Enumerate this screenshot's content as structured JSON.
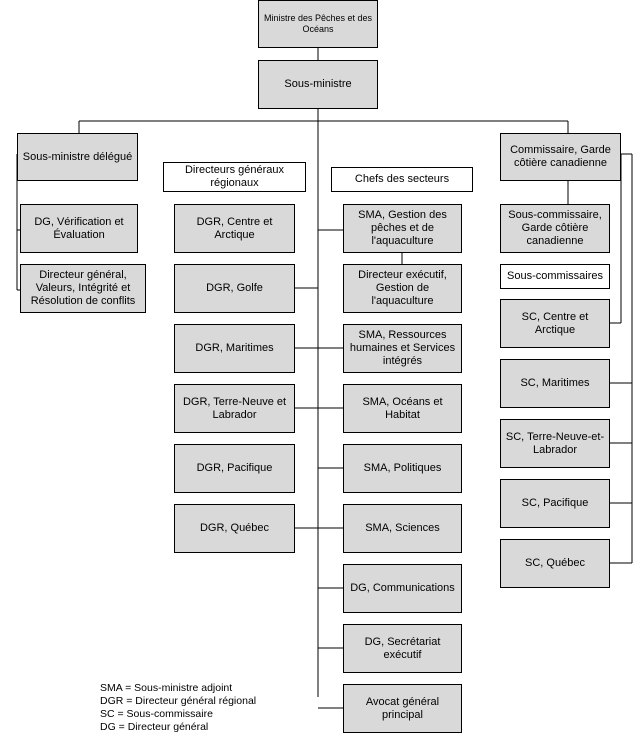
{
  "diagram": {
    "minister": "Ministre des Pêches et des Océans",
    "deputy_minister": "Sous-ministre",
    "associate_deputy": "Sous-ministre délégué",
    "left_units": [
      "DG, Vérification et Évaluation",
      "Directeur général, Valeurs, Intégrité et Résolution de conflits"
    ],
    "regional_header": "Directeurs généraux régionaux",
    "regional": [
      "DGR, Centre et Arctique",
      "DGR, Golfe",
      "DGR, Maritimes",
      "DGR, Terre-Neuve et Labrador",
      "DGR, Pacifique",
      "DGR, Québec"
    ],
    "sector_header": "Chefs des secteurs",
    "sectors": [
      "SMA, Gestion des pêches et de l'aquaculture",
      "Directeur exécutif, Gestion de l'aquaculture",
      "SMA, Ressources humaines et Services intégrés",
      "SMA, Océans et Habitat",
      "SMA, Politiques",
      "SMA, Sciences",
      "DG, Communications",
      "DG, Secrétariat exécutif",
      "Avocat général principal"
    ],
    "coast_guard": "Commissaire, Garde côtière canadienne",
    "deputy_commissioner": "Sous-commissaire, Garde côtière canadienne",
    "deputy_commissioners_header": "Sous-commissaires",
    "deputy_commissioners": [
      "SC, Centre et Arctique",
      "SC, Maritimes",
      "SC, Terre-Neuve-et-Labrador",
      "SC, Pacifique",
      "SC, Québec"
    ]
  },
  "legend": [
    "SMA = Sous-ministre adjoint",
    "DGR = Directeur général régional",
    "SC = Sous-commissaire",
    "DG = Directeur général"
  ]
}
